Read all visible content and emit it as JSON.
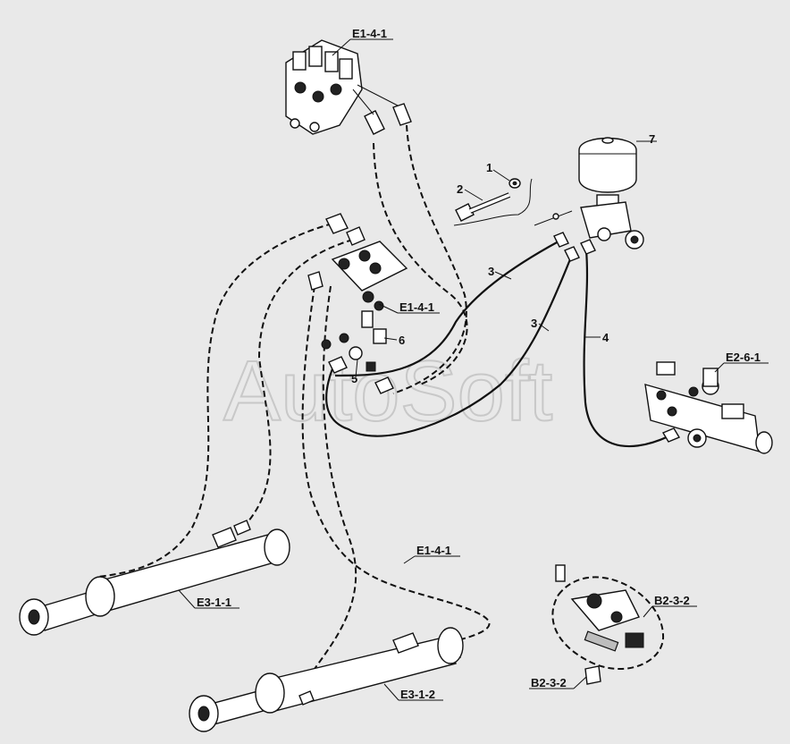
{
  "watermark": "AutoSoft",
  "callouts": {
    "e141_top": "E1-4-1",
    "e141_mid": "E1-4-1",
    "e141_low": "E1-4-1",
    "e261": "E2-6-1",
    "e311": "E3-1-1",
    "e312": "E3-1-2",
    "b232_right": "B2-3-2",
    "b232_left": "B2-3-2"
  },
  "item_numbers": {
    "n1": "1",
    "n2": "2",
    "n3a": "3",
    "n3b": "3",
    "n4": "4",
    "n5": "5",
    "n6": "6",
    "n7": "7"
  }
}
